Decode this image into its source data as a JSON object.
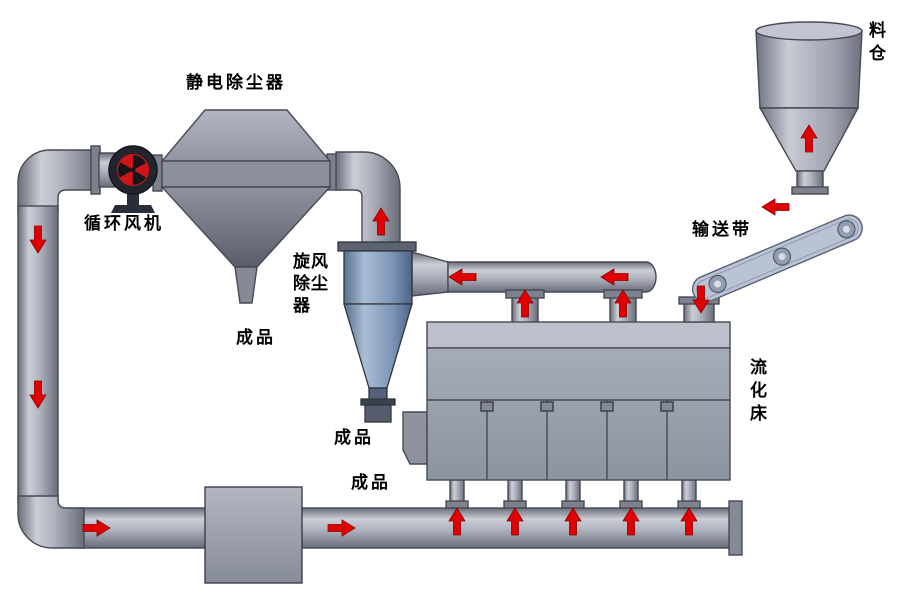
{
  "diagram": {
    "labels": {
      "electrostatic_precipitator": "静电除尘器",
      "circulation_fan": "循环风机",
      "product_precipitator": "成品",
      "cyclone_dust_collector": "旋风除尘器",
      "product_cyclone": "成品",
      "product_bed": "成品",
      "fluidized_bed": "流化床",
      "conveyor_belt": "输送带",
      "silo": "料仓"
    },
    "colors": {
      "arrow_red": "#e00000",
      "pipe_gray": "#aeb2bd",
      "cyclone_blue": "#7e97b9",
      "machine_gray": "#9da2b0",
      "fan_red": "#d11418"
    }
  }
}
